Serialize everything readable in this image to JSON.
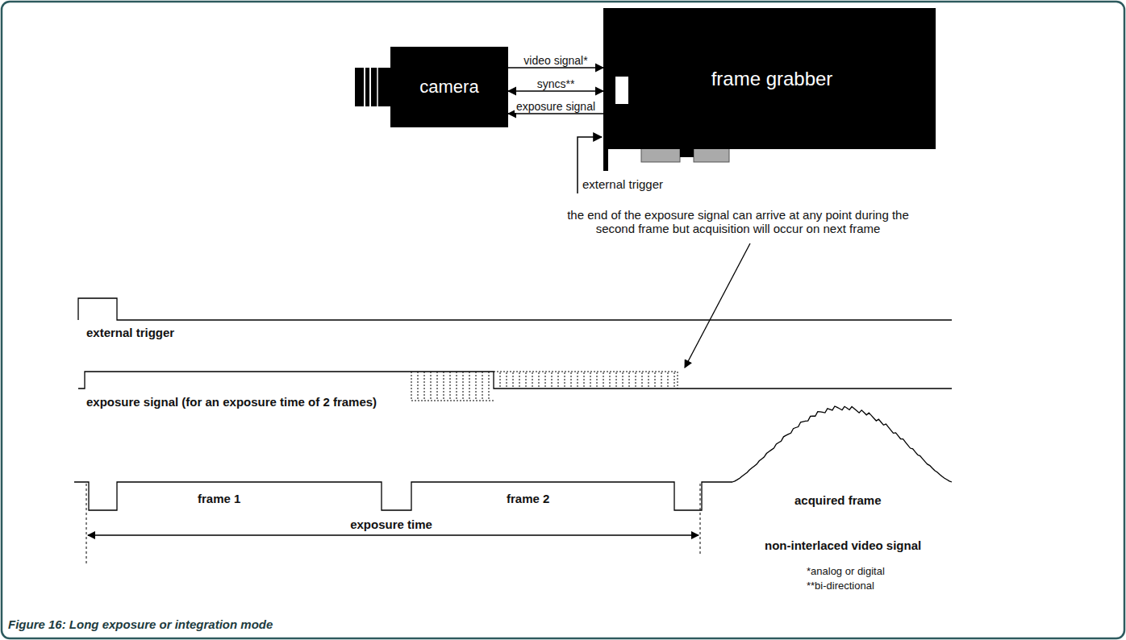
{
  "diagram": {
    "caption": "Figure 16: Long exposure or integration mode",
    "nodes": [
      {
        "text": [
          "camera"
        ]
      },
      {
        "text": [
          "frame grabber"
        ]
      }
    ],
    "edges": [
      {
        "from": 0,
        "to": 1,
        "label": "video signal*",
        "arrow": "to"
      },
      {
        "from": 0,
        "to": 1,
        "label": "syncs**",
        "arrow": "both"
      },
      {
        "from": 1,
        "to": 0,
        "label": "exposure signal",
        "arrow": "to"
      }
    ],
    "labels": [
      "external trigger",
      "the end of the exposure signal can arrive at any point during the second frame but acquisition will occur on next frame",
      "external trigger",
      "exposure signal (for an exposure time of 2 frames)",
      "frame 1",
      "frame 2",
      "exposure time",
      "acquired frame",
      "non-interlaced video signal",
      "*analog or digital",
      "**bi-directional"
    ]
  }
}
